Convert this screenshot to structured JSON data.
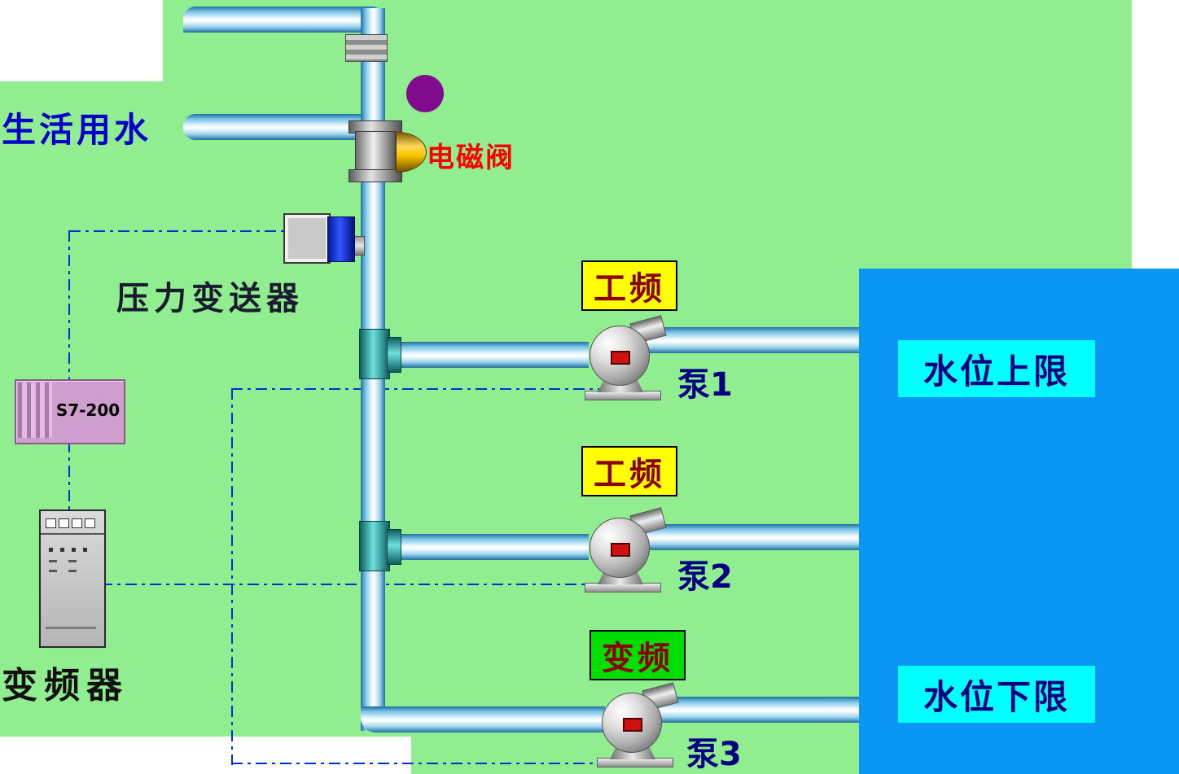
{
  "scene": {
    "source_label": "生活用水",
    "solenoid_valve_label": "电磁阀",
    "pressure_transmitter_label": "压力变送器",
    "plc_label": "S7-200",
    "inverter_label": "变频器"
  },
  "pumps": [
    {
      "name": "泵1",
      "mode": "工频"
    },
    {
      "name": "泵2",
      "mode": "工频"
    },
    {
      "name": "泵3",
      "mode": "变频"
    }
  ],
  "tank": {
    "upper_limit": "水位上限",
    "lower_limit": "水位下限"
  },
  "colors": {
    "background": "#90EE90",
    "tank": "#0996F5",
    "level_label_bg": "#00FFFF",
    "level_label_text": "#000080",
    "power_freq_bg": "#FFFF00",
    "variable_freq_bg": "#00DD00",
    "mode_text": "#8B0000",
    "pipe": "#9CD4EF",
    "control_line": "#0030D0",
    "solenoid_label_text": "#FF0000",
    "source_label_text": "#0000C8",
    "pump_label_text": "#000080",
    "indicator_dot": "#800B8C",
    "plc_box": "#CE9FCE"
  }
}
